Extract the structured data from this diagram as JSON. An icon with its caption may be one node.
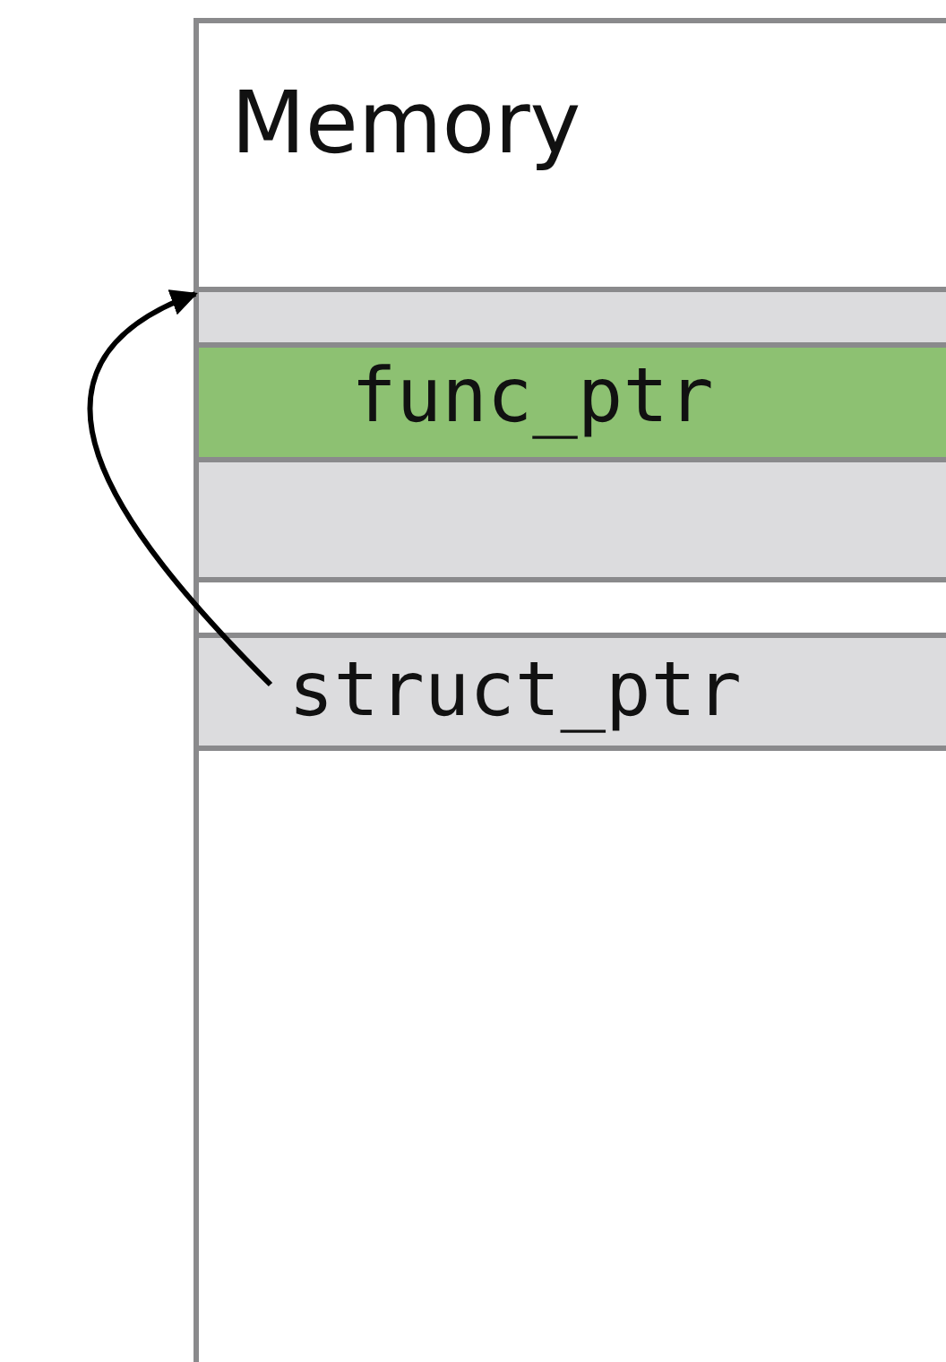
{
  "diagram": {
    "nodes": [
      {
        "text": [
          "Memory"
        ]
      },
      {
        "text": [],
        "shape": "bar",
        "in": 0
      },
      {
        "text": [
          "func_ptr"
        ],
        "in": 0
      },
      {
        "text": [],
        "shape": "bar",
        "in": 0
      },
      {
        "text": [
          "struct_ptr"
        ],
        "in": 0
      }
    ],
    "edges": [
      {
        "from": 4,
        "to": 1,
        "arrow": "to"
      }
    ]
  }
}
